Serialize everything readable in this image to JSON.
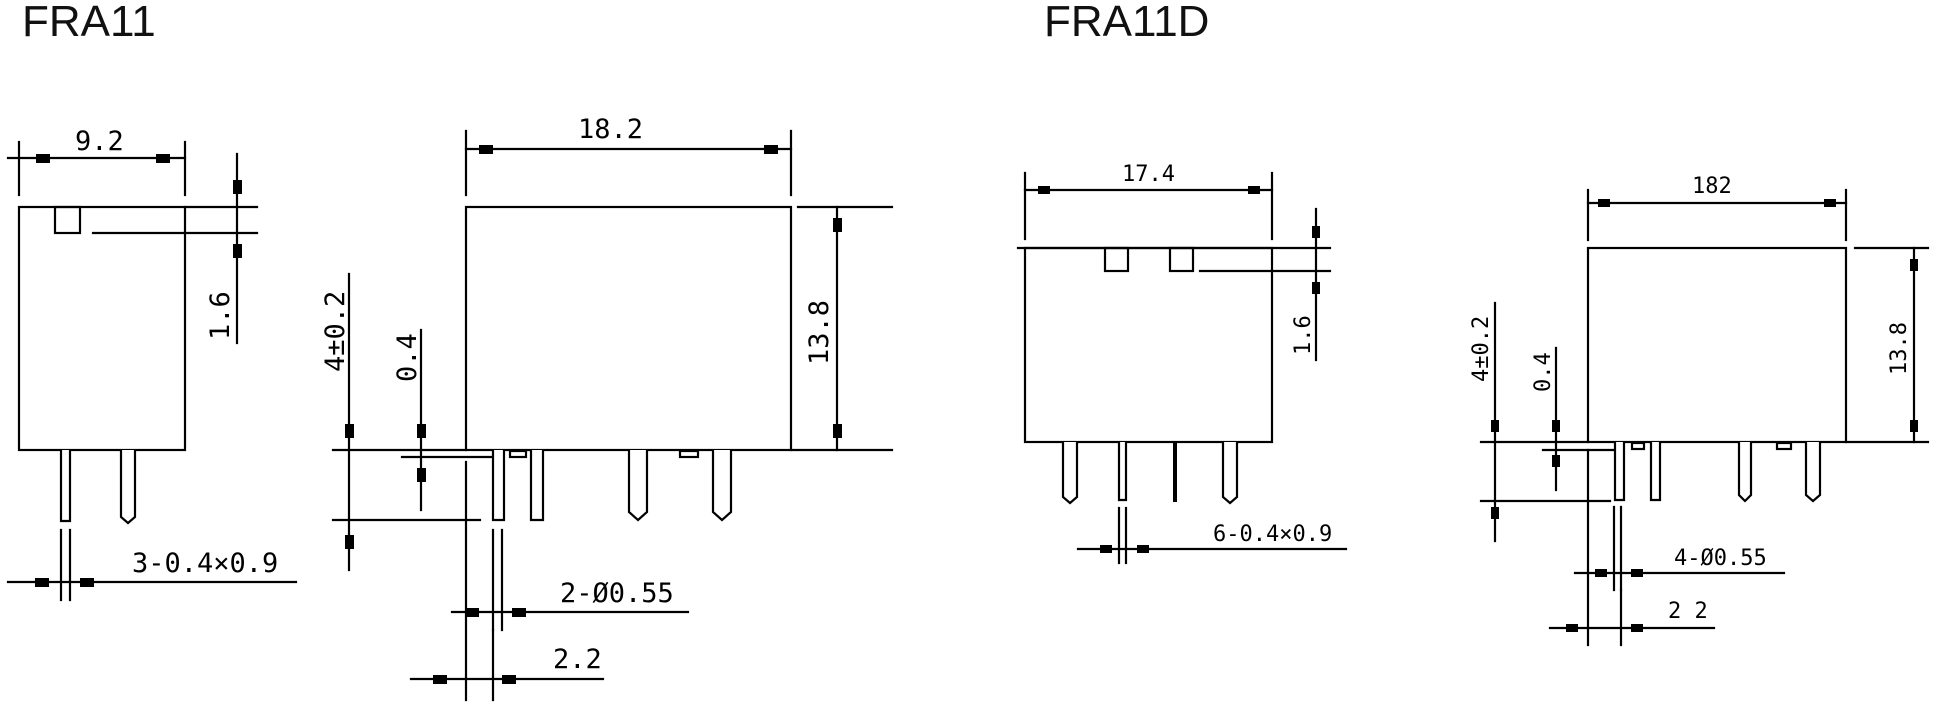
{
  "drawings": [
    {
      "title": "FRA11",
      "side_view": {
        "width_label": "9.2",
        "offset_label": "1.6",
        "terminal_label": "3-0.4×0.9"
      },
      "front_view": {
        "width_label": "18.2",
        "height_label": "13.8",
        "pin_length_label": "4±0.2",
        "standoff_label": "0.4",
        "hole_label": "2-Ø0.55",
        "pitch_label": "2.2"
      }
    },
    {
      "title": "FRA11D",
      "side_view": {
        "width_label": "17.4",
        "offset_label": "1.6",
        "terminal_label": "6-0.4×0.9"
      },
      "front_view": {
        "width_label": "182",
        "height_label": "13.8",
        "pin_length_label": "4±0.2",
        "standoff_label": "0.4",
        "hole_label": "4-Ø0.55",
        "pitch_label": "2 2"
      }
    }
  ]
}
